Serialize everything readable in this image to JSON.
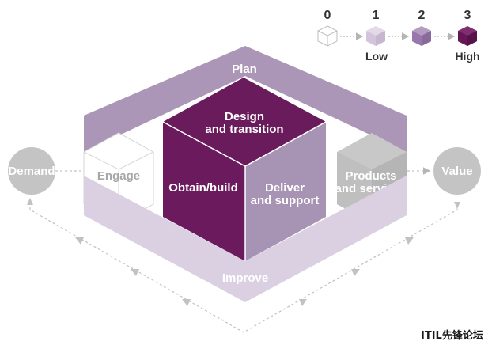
{
  "legend": {
    "levels": [
      "0",
      "1",
      "2",
      "3"
    ],
    "low_label": "Low",
    "high_label": "High",
    "colors": [
      "#ffffff",
      "#dccfe2",
      "#9d7dae",
      "#6a1b5c"
    ]
  },
  "diagram": {
    "plan": "Plan",
    "improve": "Improve",
    "engage": "Engage",
    "design_line1": "Design",
    "design_line2": "and transition",
    "obtain_build": "Obtain/build",
    "deliver_line1": "Deliver",
    "deliver_line2": "and support",
    "products_line1": "Products",
    "products_line2": "and services",
    "demand": "Demand",
    "value": "Value"
  },
  "colors": {
    "high": "#6a1b5c",
    "medium": "#aa95b6",
    "low": "#dacfe0",
    "grey_node": "#c4c4c4"
  },
  "watermark": "ITIL先锋论坛"
}
